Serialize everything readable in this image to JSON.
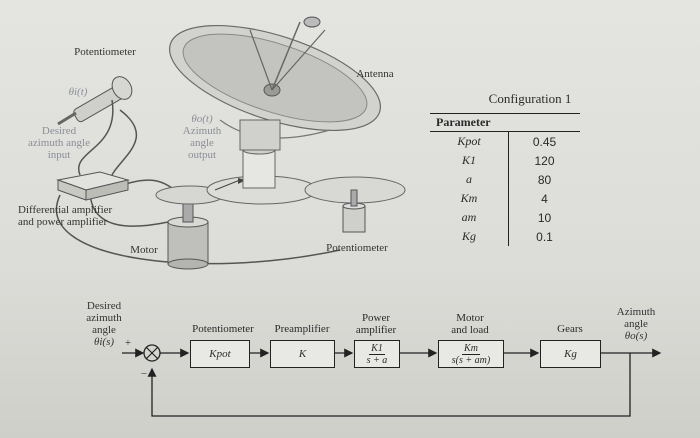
{
  "illustration": {
    "potentiometer_top": "Potentiometer",
    "theta_i_t": "θi(t)",
    "desired_azimuth_input": [
      "Desired",
      "azimuth angle",
      "input"
    ],
    "theta_o_t": "θo(t)",
    "azimuth_angle_output": [
      "Azimuth",
      "angle",
      "output"
    ],
    "antenna": "Antenna",
    "diff_amp": [
      "Differential amplifier",
      "and power amplifier"
    ],
    "motor": "Motor",
    "potentiometer_bottom": "Potentiometer"
  },
  "config": {
    "title": "Configuration 1",
    "header": "Parameter",
    "rows": [
      {
        "param": "Kpot",
        "value": "0.45"
      },
      {
        "param": "K1",
        "value": "120"
      },
      {
        "param": "a",
        "value": "80"
      },
      {
        "param": "Km",
        "value": "4"
      },
      {
        "param": "am",
        "value": "10"
      },
      {
        "param": "Kg",
        "value": "0.1"
      }
    ]
  },
  "block_diagram": {
    "input_label": [
      "Desired",
      "azimuth",
      "angle",
      "θi(s)"
    ],
    "plus": "+",
    "minus": "−",
    "potentiometer": {
      "header": "Potentiometer",
      "gain": "Kpot"
    },
    "preamplifier": {
      "header": "Preamplifier",
      "gain": "K"
    },
    "power_amplifier": {
      "header": [
        "Power",
        "amplifier"
      ],
      "num": "K1",
      "den": "s + a"
    },
    "motor_load": {
      "header": [
        "Motor",
        "and load"
      ],
      "num": "Km",
      "den": "s(s + am)"
    },
    "gears": {
      "header": "Gears",
      "gain": "Kg"
    },
    "output_label": [
      "Azimuth",
      "angle",
      "θo(s)"
    ]
  }
}
